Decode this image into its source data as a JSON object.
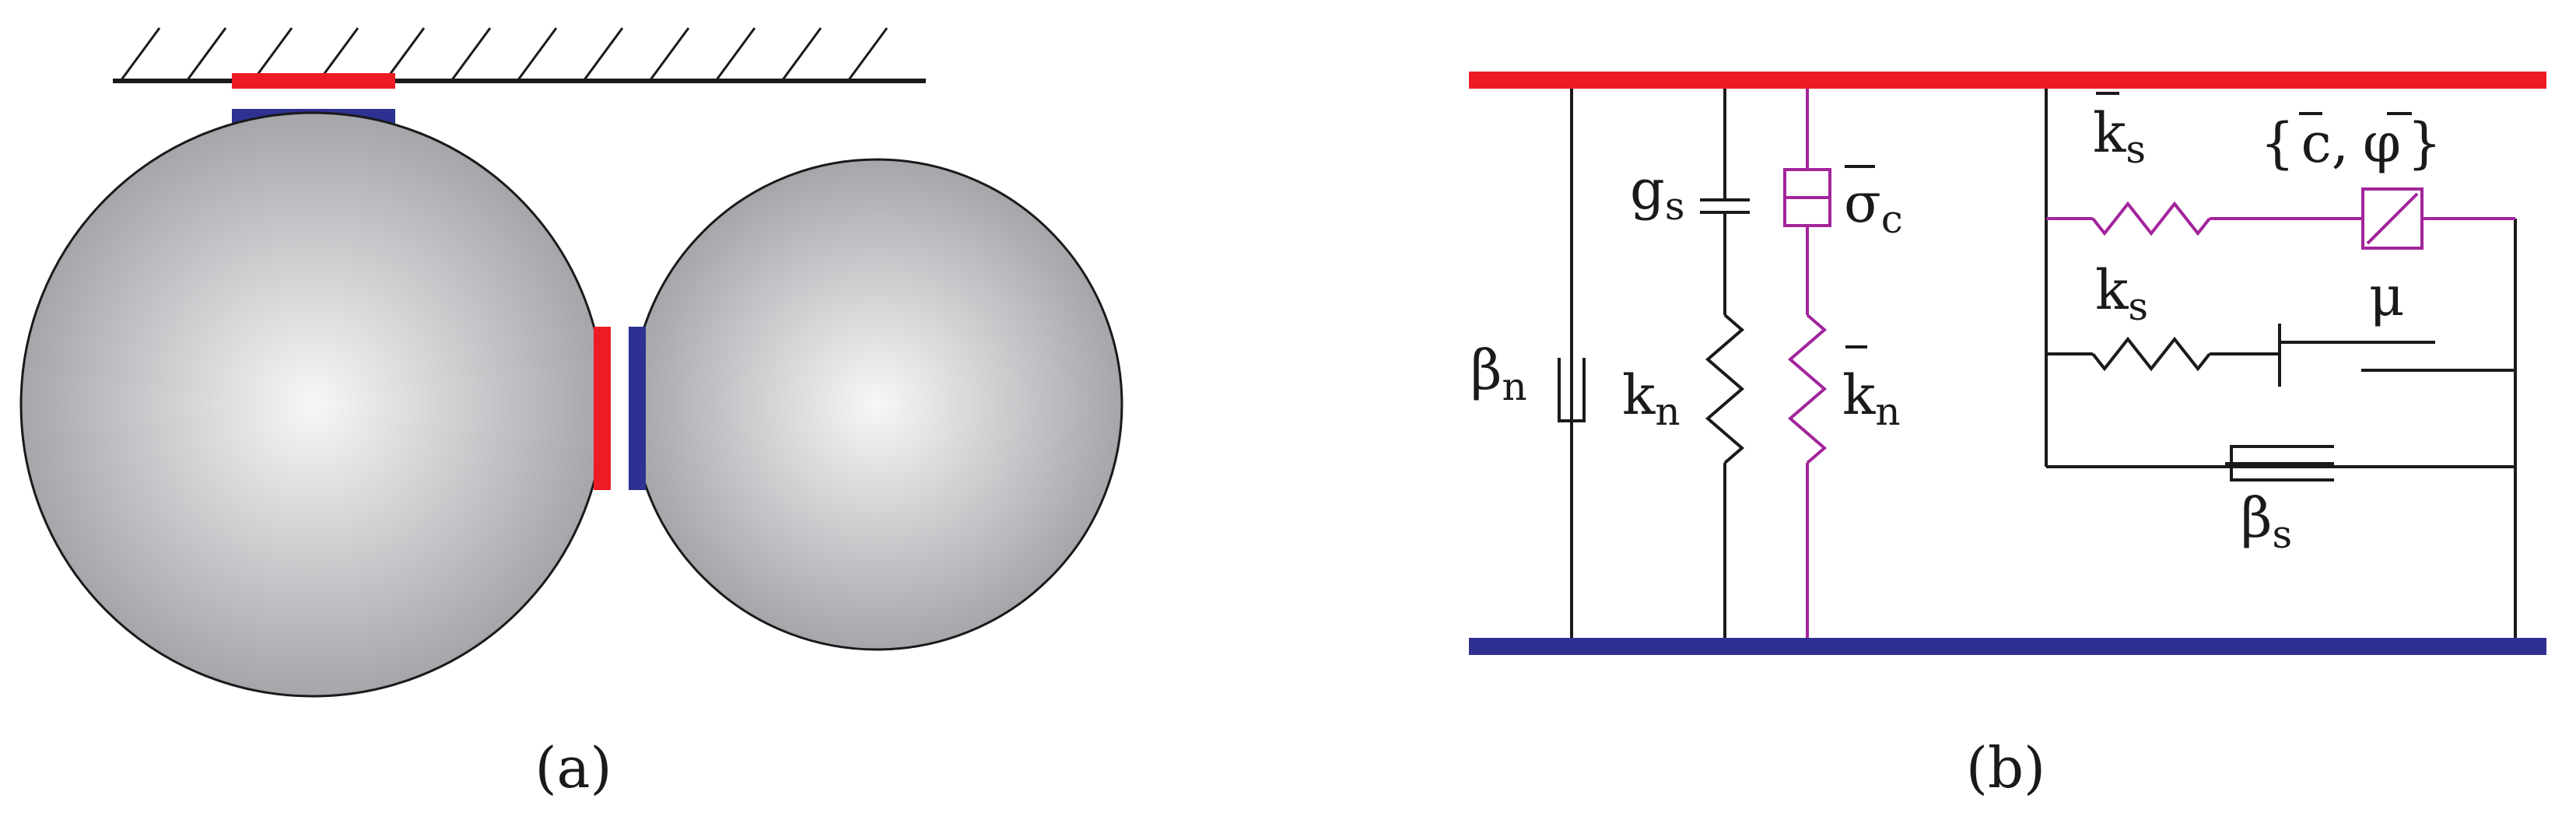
{
  "panels": {
    "a": {
      "caption": "(a)"
    },
    "b": {
      "caption": "(b)"
    }
  },
  "symbols": {
    "beta_n": {
      "base": "β",
      "sub": "n"
    },
    "g_s": {
      "base": "g",
      "sub": "s"
    },
    "k_n": {
      "base": "k",
      "sub": "n"
    },
    "sigma_c_bar": {
      "base": "σ",
      "sub": "c"
    },
    "k_n_bar": {
      "base": "k",
      "sub": "n"
    },
    "k_s_bar": {
      "base": "k",
      "sub": "s"
    },
    "c_phi_bar": {
      "open": "{",
      "c": "c",
      "sep": ",",
      "phi": "φ",
      "close": "}"
    },
    "k_s": {
      "base": "k",
      "sub": "s"
    },
    "mu": {
      "base": "μ"
    },
    "beta_s": {
      "base": "β",
      "sub": "s"
    }
  },
  "colors": {
    "top_plate": "#ed1c24",
    "bottom_plate": "#2e3192",
    "parallel_bond": "#a3249b",
    "element": "#1a1a1a",
    "sphere_highlight": "#f7f7f7",
    "sphere_shade": "#a4a6aa"
  }
}
